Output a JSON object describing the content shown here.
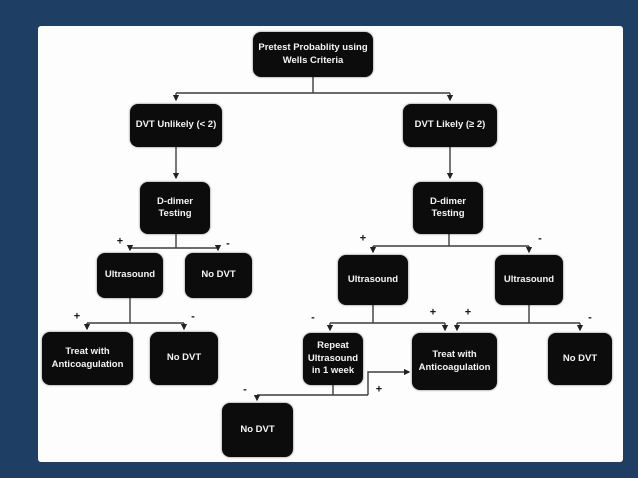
{
  "figure": {
    "background_color": "#1e3e64",
    "canvas_color": "#fdfdfd",
    "node_color": "#0c0c0c",
    "node_text_color": "#f5f5f5",
    "line_color": "#3d3d3d"
  },
  "flowchart": {
    "nodes": {
      "pretest": {
        "label": "Pretest Probablity using Wells Criteria"
      },
      "dvt_unlikely": {
        "label": "DVT Unlikely (< 2)"
      },
      "dvt_likely": {
        "label": "DVT Likely (≥ 2)"
      },
      "ddimer_left": {
        "label": "D-dimer Testing"
      },
      "ddimer_right": {
        "label": "D-dimer Testing"
      },
      "ultrasound_left": {
        "label": "Ultrasound"
      },
      "no_dvt_left": {
        "label": "No DVT"
      },
      "treat_left": {
        "label": "Treat with Anticoagulation"
      },
      "no_dvt_left2": {
        "label": "No DVT"
      },
      "ultrasound_right1": {
        "label": "Ultrasound"
      },
      "ultrasound_right2": {
        "label": "Ultrasound"
      },
      "repeat_ultrasound": {
        "label": "Repeat Ultrasound in 1 week"
      },
      "treat_right": {
        "label": "Treat with Anticoagulation"
      },
      "no_dvt_right": {
        "label": "No DVT"
      },
      "no_dvt_bottom": {
        "label": "No DVT"
      }
    },
    "edges": [
      {
        "from": "pretest",
        "to": "dvt_unlikely",
        "label": ""
      },
      {
        "from": "pretest",
        "to": "dvt_likely",
        "label": ""
      },
      {
        "from": "dvt_unlikely",
        "to": "ddimer_left",
        "label": ""
      },
      {
        "from": "dvt_likely",
        "to": "ddimer_right",
        "label": ""
      },
      {
        "from": "ddimer_left",
        "to": "ultrasound_left",
        "label": "+"
      },
      {
        "from": "ddimer_left",
        "to": "no_dvt_left",
        "label": "-"
      },
      {
        "from": "ultrasound_left",
        "to": "treat_left",
        "label": "+"
      },
      {
        "from": "ultrasound_left",
        "to": "no_dvt_left2",
        "label": "-"
      },
      {
        "from": "ddimer_right",
        "to": "ultrasound_right1",
        "label": "+"
      },
      {
        "from": "ddimer_right",
        "to": "ultrasound_right2",
        "label": "-"
      },
      {
        "from": "ultrasound_right1",
        "to": "repeat_ultrasound",
        "label": "-"
      },
      {
        "from": "ultrasound_right1",
        "to": "treat_right",
        "label": "+"
      },
      {
        "from": "ultrasound_right2",
        "to": "treat_right",
        "label": "+"
      },
      {
        "from": "ultrasound_right2",
        "to": "no_dvt_right",
        "label": "-"
      },
      {
        "from": "repeat_ultrasound",
        "to": "no_dvt_bottom",
        "label": "-"
      },
      {
        "from": "repeat_ultrasound",
        "to": "treat_right",
        "label": "+"
      }
    ]
  }
}
